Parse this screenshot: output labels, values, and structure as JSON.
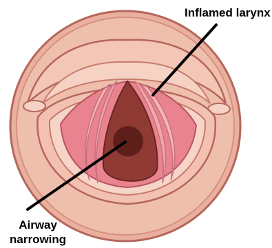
{
  "labels": {
    "inflamed_larynx": "Inflamed larynx",
    "airway_line1": "Airway",
    "airway_line2": "narrowing"
  },
  "colors": {
    "outer_ring": "#e9b09f",
    "outer_ring_stroke": "#b5665a",
    "tissue": "#f2c1b2",
    "inflamed_pink": "#e8838f",
    "fold_light": "#f4b7b7",
    "airway_dark": "#8f3b34",
    "airway_center": "#5e1f1a",
    "pointer_line": "#000000"
  }
}
